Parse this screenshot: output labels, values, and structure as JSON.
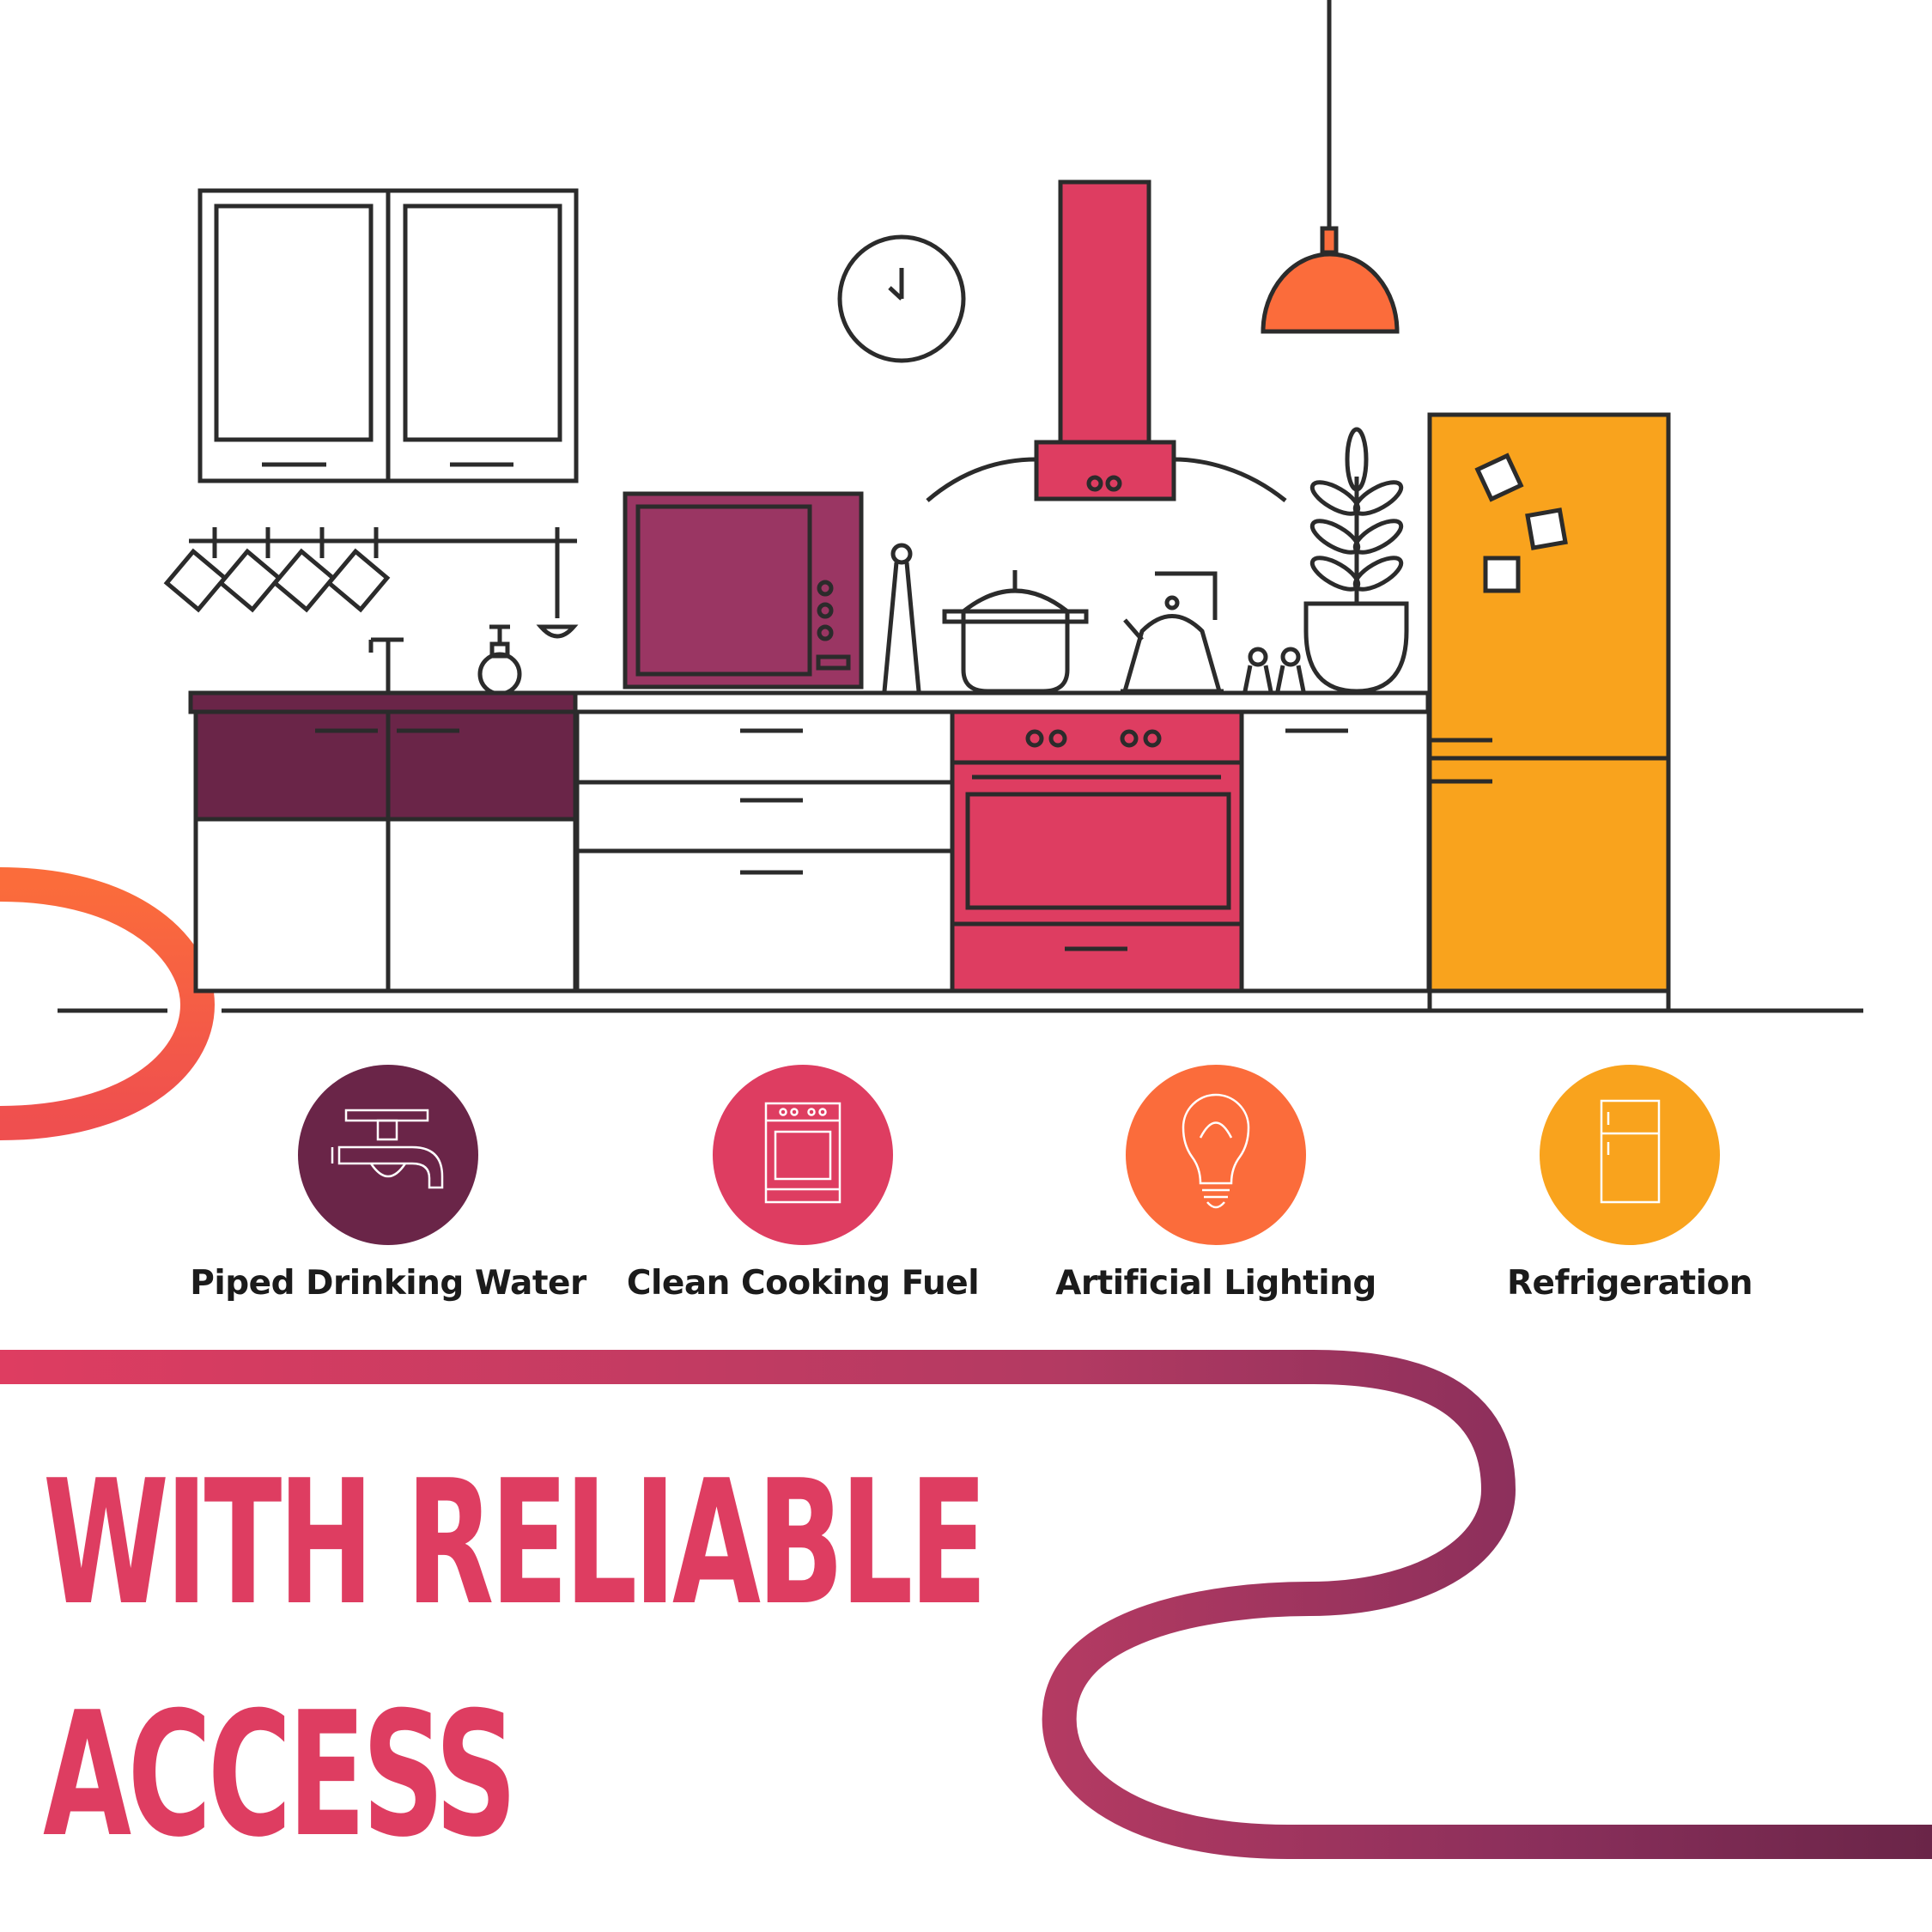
{
  "colors": {
    "plum": "#6a2548",
    "crimson": "#de3d61",
    "orange": "#fb6c3b",
    "amber": "#f9a31d",
    "microwave": "#9a3663",
    "ink": "#2b2b2b"
  },
  "amenities": [
    {
      "label": "Piped Drinking Water",
      "icon": "water-tap-icon",
      "color": "#6a2548"
    },
    {
      "label": "Clean Cooking Fuel",
      "icon": "stove-icon",
      "color": "#de3d61"
    },
    {
      "label": "Artificial Lighting",
      "icon": "light-bulb-icon",
      "color": "#fb6c3b"
    },
    {
      "label": "Refrigeration",
      "icon": "refrigerator-icon",
      "color": "#f9a31d"
    }
  ],
  "headline": {
    "line1": "WITH RELIABLE",
    "line2": "ACCESS",
    "color": "#de3d61"
  }
}
